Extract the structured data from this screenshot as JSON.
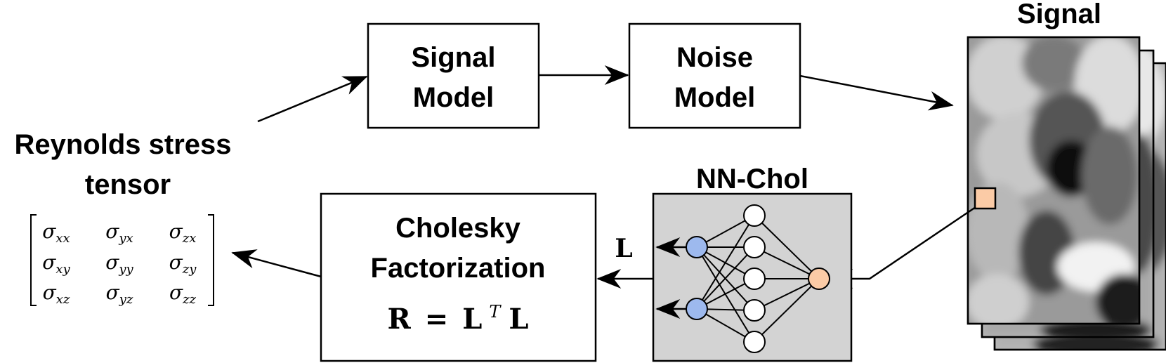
{
  "signal_model": {
    "line1": "Signal",
    "line2": "Model"
  },
  "noise_model": {
    "line1": "Noise",
    "line2": "Model"
  },
  "signal_label": "Signal",
  "reynolds": {
    "line1": "Reynolds stress",
    "line2": "tensor"
  },
  "nn_chol_label": "NN-Chol",
  "output_label": "L",
  "cholesky": {
    "line1": "Cholesky",
    "line2": "Factorization",
    "eq": {
      "R": "R",
      "equals": "=",
      "L": "L",
      "T": "T",
      "L2": "L"
    }
  },
  "tensor": [
    [
      [
        "σ",
        "xx"
      ],
      [
        "σ",
        "yx"
      ],
      [
        "σ",
        "zx"
      ]
    ],
    [
      [
        "σ",
        "xy"
      ],
      [
        "σ",
        "yy"
      ],
      [
        "σ",
        "zy"
      ]
    ],
    [
      [
        "σ",
        "xz"
      ],
      [
        "σ",
        "yz"
      ],
      [
        "σ",
        "zz"
      ]
    ]
  ],
  "colors": {
    "nn_background": "#d3d3d3",
    "output_node": "#9db9ee",
    "input_node": "#fbcba6",
    "hidden_node": "#ffffff"
  },
  "network": {
    "output_nodes": 2,
    "hidden_nodes": 5,
    "input_nodes": 1
  }
}
